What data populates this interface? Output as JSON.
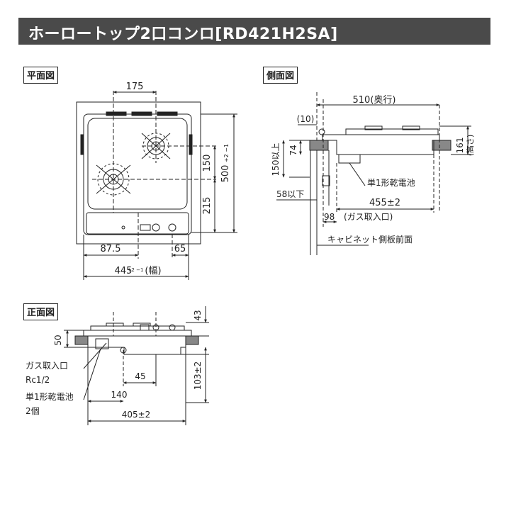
{
  "title": "ホーロートップ2口コンロ[RD421H2SA]",
  "sections": {
    "plan": "平面図",
    "side": "側面図",
    "front": "正面図"
  },
  "plan": {
    "dim_175": "175",
    "dim_150": "150",
    "dim_215": "215",
    "dim_500": "500",
    "dim_500_tol": "+2 −1",
    "dim_87_5": "87.5",
    "dim_65": "65",
    "dim_445": "445",
    "dim_445_tol": "+2 −1",
    "width_label": "(幅)"
  },
  "side": {
    "dim_510": "510(奥行)",
    "dim_10": "(10)",
    "dim_74": "74",
    "dim_150_below": "150以上",
    "dim_161": "161",
    "height_label": "(高さ)",
    "battery": "単1形乾電池",
    "dim_58": "58以下",
    "dim_455": "455±2",
    "dim_98": "98",
    "gas_inlet": "(ガス取入口)",
    "cabinet_front": "キャビネット側板前面"
  },
  "front": {
    "dim_43": "43",
    "dim_50": "50",
    "gas_inlet": "ガス取入口",
    "gas_size": "Rc1/2",
    "dim_45": "45",
    "dim_103": "103±2",
    "battery": "単1形乾電池",
    "battery_count": "2個",
    "dim_140": "140",
    "dim_405": "405±2"
  }
}
